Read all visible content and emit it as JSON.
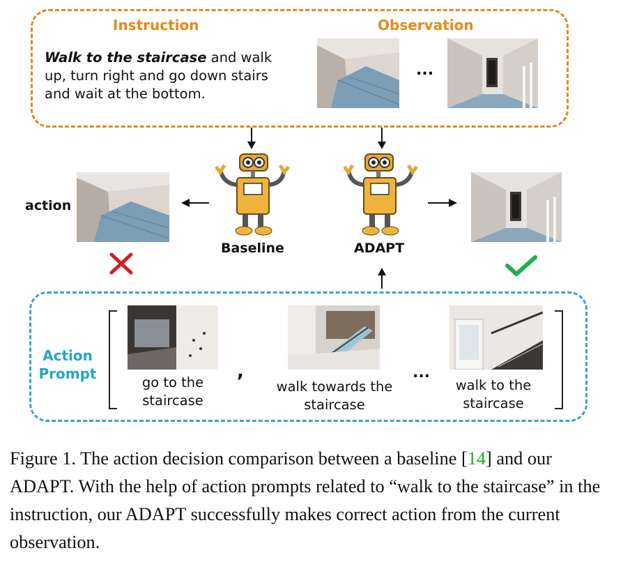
{
  "instruction": {
    "header": "Instruction",
    "lead": "Walk to the staircase",
    "rest": " and walk up, turn right and go down stairs and wait at the bottom."
  },
  "observation": {
    "header": "Observation",
    "ellipsis": "..."
  },
  "action_label": "action",
  "baseline_label": "Baseline",
  "adapt_label": "ADAPT",
  "action_prompt": {
    "header_line1": "Action",
    "header_line2": "Prompt",
    "items": [
      {
        "line1": "go to the",
        "line2": "staircase"
      },
      {
        "line1": "walk towards the",
        "line2": "staircase"
      },
      {
        "line1": "walk to the",
        "line2": "staircase"
      }
    ],
    "comma": ",",
    "ellipsis": "..."
  },
  "colors": {
    "instruction_border": "#e08a1f",
    "prompt_border": "#3aa3c8",
    "wrong": "#d21f1f",
    "correct": "#1fae4b"
  },
  "caption": {
    "part1": "Figure 1. The action decision comparison between a baseline [",
    "cite": "14",
    "part2": "] and our ADAPT. With the help of action prompts related to “walk to the staircase” in the instruction, our ADAPT successfully makes correct action from the current observation."
  }
}
